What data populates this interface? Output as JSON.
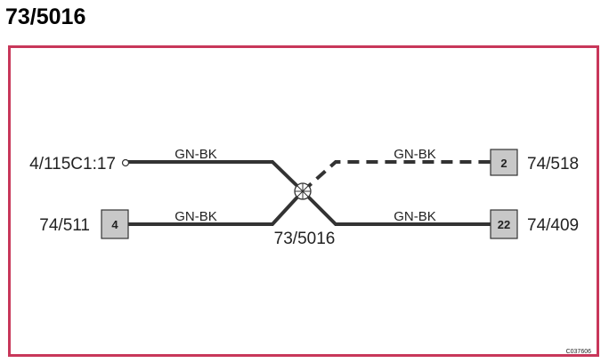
{
  "title": "73/5016",
  "frame_color": "#c8375a",
  "wire_color": "#333333",
  "connector_fill": "#c8c8c8",
  "splice": {
    "label": "73/5016",
    "icon": "splice-crosshair-icon"
  },
  "wires": [
    {
      "id": "upper-left",
      "from": "4/115C1:17",
      "to": "73/5016",
      "color_code": "GN-BK",
      "style": "solid"
    },
    {
      "id": "lower-left",
      "from": "74/511",
      "to": "73/5016",
      "color_code": "GN-BK",
      "style": "solid"
    },
    {
      "id": "upper-right",
      "from": "73/5016",
      "to": "74/518",
      "color_code": "GN-BK",
      "style": "dashed"
    },
    {
      "id": "lower-right",
      "from": "73/5016",
      "to": "74/409",
      "color_code": "GN-BK",
      "style": "solid"
    }
  ],
  "endpoints": {
    "terminal_upper_left": {
      "label": "4/115C1:17",
      "type": "open-terminal"
    },
    "connector_lower_left": {
      "label": "74/511",
      "pin": "4"
    },
    "connector_upper_right": {
      "label": "74/518",
      "pin": "2"
    },
    "connector_lower_right": {
      "label": "74/409",
      "pin": "22"
    }
  },
  "figure_code": "C037606"
}
